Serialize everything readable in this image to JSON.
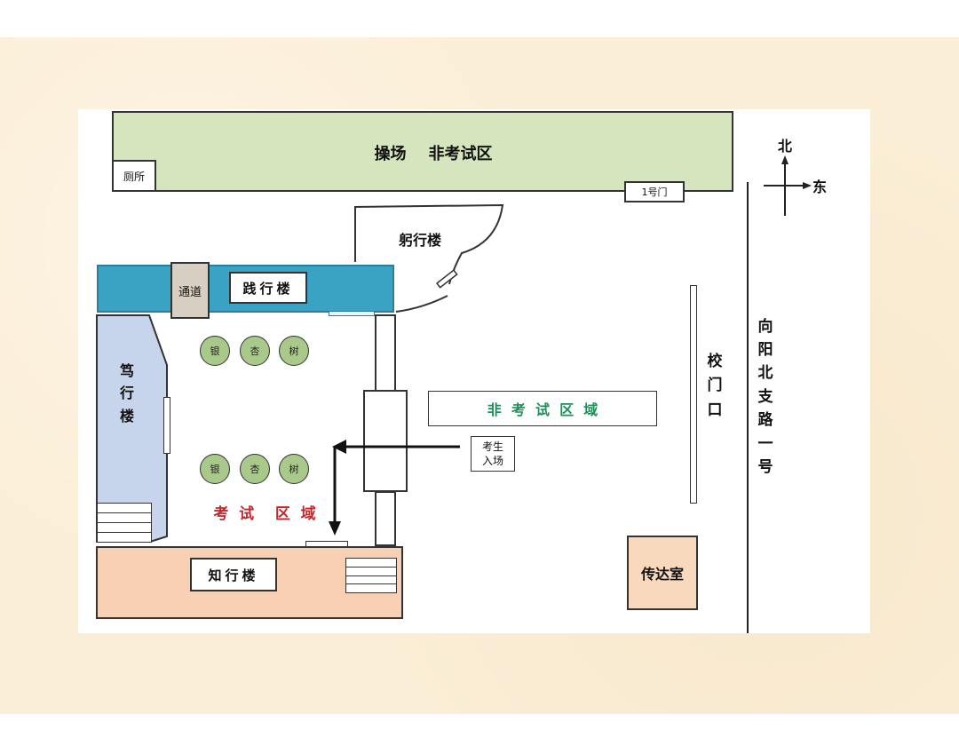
{
  "buildings": {
    "playground": "操场    非考试区",
    "toilet": "厕所",
    "gate1": "1号门",
    "gongxing": "躬行楼",
    "passage": "通道",
    "jianxing": "践行楼",
    "duxing": [
      "笃",
      "行",
      "楼"
    ],
    "zhixing": "知行楼",
    "guard_room": "传达室",
    "school_gate": [
      "校",
      "门",
      "口"
    ]
  },
  "trees": {
    "row1": [
      "银",
      "杏",
      "树"
    ],
    "row2": [
      "银",
      "杏",
      "树"
    ]
  },
  "zones": {
    "non_exam": "非  考  试  区  域",
    "exam": "考  试    区  域"
  },
  "entry": {
    "label_line1": "考生",
    "label_line2": "入场"
  },
  "compass": {
    "north": "北",
    "east": "东"
  },
  "road": [
    "向",
    "阳",
    "北",
    "支",
    "路",
    "一",
    "号"
  ],
  "colors": {
    "playground": "#d5e6be",
    "jianxing": "#3aa2c2",
    "duxing": "#c7d5ec",
    "zhixing": "#f8d1b4",
    "passage": "#d8cfc3",
    "guard_room": "#f8d9bd",
    "tree": "#a9c98a",
    "exam_text": "#c0282d",
    "non_exam_text": "#1f8f5a",
    "background": "#fbeed6"
  }
}
